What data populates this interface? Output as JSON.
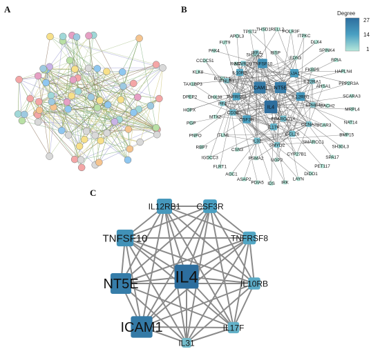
{
  "panels": {
    "a": "A",
    "b": "B",
    "c": "C"
  },
  "legend": {
    "title": "Degree",
    "max": "27",
    "mid": "14",
    "min": "1"
  },
  "colors": {
    "edge_b": "#6e6e6e",
    "edge_c": "#8a8a8a",
    "deg_high": "#2d6e9e",
    "deg_mid": "#4aa0c2",
    "deg_low": "#7ccdbb",
    "deg_min": "#b6e8da"
  },
  "network_b": {
    "hubs": [
      {
        "label": "IL4",
        "deg": 27
      },
      {
        "label": "ICAM1",
        "deg": 24
      },
      {
        "label": "NT5E",
        "deg": 23
      },
      {
        "label": "TNFSF10",
        "deg": 18
      },
      {
        "label": "IL12RB1",
        "deg": 16
      },
      {
        "label": "GJA1",
        "deg": 15
      },
      {
        "label": "CSF3R",
        "deg": 14
      },
      {
        "label": "TNFRSF8",
        "deg": 13
      },
      {
        "label": "IL10RB",
        "deg": 12
      },
      {
        "label": "IL17F",
        "deg": 11
      },
      {
        "label": "CD38",
        "deg": 10
      },
      {
        "label": "IL31",
        "deg": 9
      },
      {
        "label": "CCL26",
        "deg": 9
      },
      {
        "label": "PPARGC1A",
        "deg": 9
      },
      {
        "label": "CCNA2",
        "deg": 8
      },
      {
        "label": "SMYD2",
        "deg": 8
      },
      {
        "label": "IFNLR1",
        "deg": 7
      },
      {
        "label": "PF4",
        "deg": 7
      },
      {
        "label": "EPHB4",
        "deg": 7
      },
      {
        "label": "IL22RA1",
        "deg": 7
      },
      {
        "label": "ACVR2B",
        "deg": 7
      },
      {
        "label": "IRF4",
        "deg": 6
      }
    ],
    "outer": [
      "POLR3F",
      "ITPKC",
      "DLX4",
      "SPINK4",
      "RPIA",
      "HAPLN4",
      "PPP2R3A",
      "SCARA3",
      "MRPL4",
      "NAT14",
      "BMP15",
      "SH3GL3",
      "SPA17",
      "PET117",
      "DIDO1",
      "LAYN",
      "IRK",
      "IDS",
      "PDIA5",
      "ASAP2",
      "AOC1",
      "FLRT1",
      "IGDCC3",
      "RBP7",
      "PNPO",
      "PGP",
      "HOPX",
      "DPEP2",
      "TAX1BP3",
      "KLK8",
      "CCDC51",
      "PAK4",
      "FUT9",
      "APOL3",
      "TPST2",
      "THSD1",
      "RELL2"
    ],
    "inner": [
      "EDN3",
      "FKBP5",
      "AHSA1",
      "BACH2",
      "BCAR3",
      "SMARCC1",
      "CYP27B1",
      "UGP2",
      "PSMA2",
      "CSN3",
      "ITLN1",
      "MTX2",
      "DHX38",
      "BTN3A1",
      "RGS5",
      "SH3GL2",
      "IBSP"
    ]
  },
  "network_c": {
    "nodes": [
      {
        "label": "IL4",
        "deg": 27
      },
      {
        "label": "ICAM1",
        "deg": 24
      },
      {
        "label": "NT5E",
        "deg": 23
      },
      {
        "label": "TNFSF10",
        "deg": 18
      },
      {
        "label": "IL12RB1",
        "deg": 16
      },
      {
        "label": "CSF3R",
        "deg": 14
      },
      {
        "label": "TNFRSF8",
        "deg": 13
      },
      {
        "label": "IL10RB",
        "deg": 12
      },
      {
        "label": "IL17F",
        "deg": 11
      },
      {
        "label": "IL31",
        "deg": 9
      }
    ]
  },
  "network_a": {
    "node_colors": [
      "#9ecae1",
      "#f4a6a6",
      "#b9e0a5",
      "#c9b3e6",
      "#f7e08a",
      "#a0d8d8",
      "#f5c48f",
      "#d9d9d9",
      "#e6a0c4",
      "#8fc7f0"
    ]
  }
}
